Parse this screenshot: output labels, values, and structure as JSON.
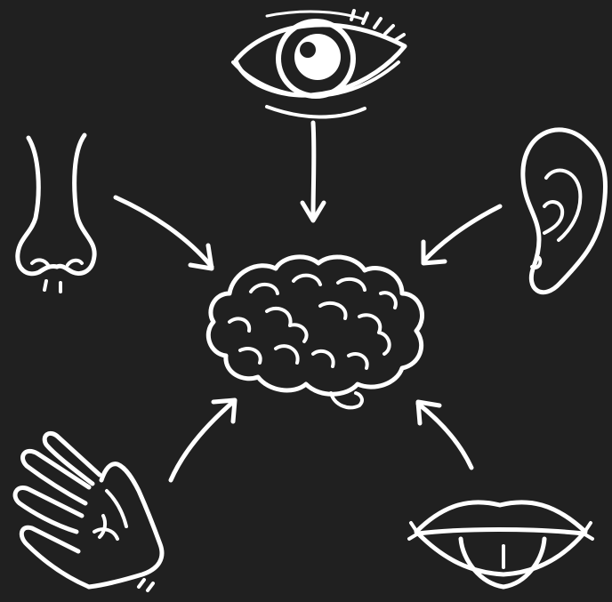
{
  "theme": {
    "background": "#202020",
    "stroke": "#ffffff"
  },
  "diagram": {
    "center": {
      "name": "brain",
      "icon": "brain-icon"
    },
    "senses": [
      {
        "name": "sight",
        "icon": "eye-icon"
      },
      {
        "name": "hearing",
        "icon": "ear-icon"
      },
      {
        "name": "taste",
        "icon": "mouth-tongue-icon"
      },
      {
        "name": "touch",
        "icon": "hand-icon"
      },
      {
        "name": "smell",
        "icon": "nose-icon"
      }
    ]
  }
}
